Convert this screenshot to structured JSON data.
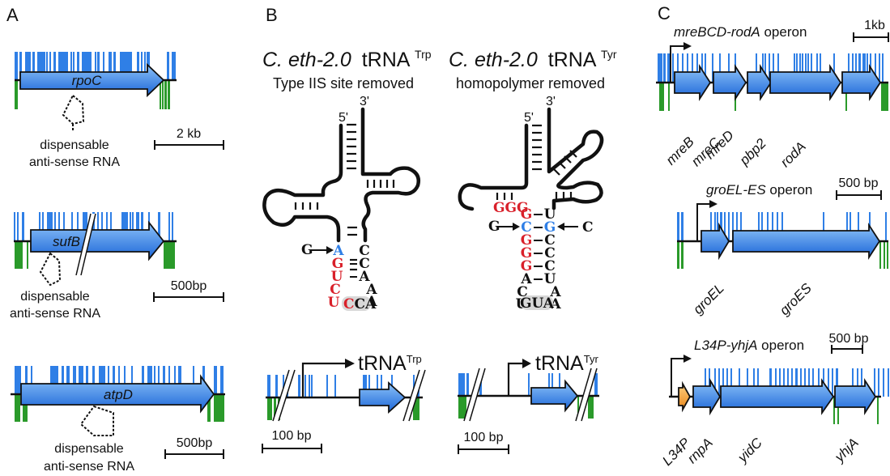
{
  "colors": {
    "gene_fill_top": "#7fb8f5",
    "gene_fill_bottom": "#1f6ee0",
    "orange_gene_top": "#ffc46b",
    "orange_gene_bottom": "#ee8a1a",
    "sense_tick": "#2f7fe6",
    "antisense_tick": "#2a9a2a",
    "mutated_red": "#d9202a",
    "mutated_blue": "#2f7fe6",
    "anticodon_bg": "#d8d8d8"
  },
  "panels": {
    "A": {
      "letter": "A",
      "rows": [
        {
          "gene": "rpoC",
          "annotation_line1": "dispensable",
          "annotation_line2": "anti-sense RNA",
          "scale": "2 kb",
          "has_break": false
        },
        {
          "gene": "sufB",
          "annotation_line1": "dispensable",
          "annotation_line2": "anti-sense RNA",
          "scale": "500bp",
          "has_break": true
        },
        {
          "gene": "atpD",
          "annotation_line1": "dispensable",
          "annotation_line2": "anti-sense RNA",
          "scale": "500bp",
          "has_break": false
        }
      ]
    },
    "B": {
      "letter": "B",
      "trna_left": {
        "title_species": "C. eth-2.0",
        "title_trna": "tRNA",
        "title_sup": "Trp",
        "subtitle": "Type IIS site removed",
        "five_prime": "5'",
        "three_prime": "3'",
        "mutation_from": "G",
        "acceptor_left": [
          "A",
          "G",
          "U",
          "C",
          "U",
          "C"
        ],
        "acceptor_right": [
          "C",
          "C",
          "A",
          "A",
          "A"
        ],
        "anticodon": "CCA",
        "anticodon_first": "C",
        "anticodon_rest": "CA",
        "locus_label": "tRNA",
        "locus_sup": "Trp",
        "scale": "100 bp"
      },
      "trna_right": {
        "title_species": "C. eth-2.0",
        "title_trna": "tRNA",
        "title_sup": "Tyr",
        "subtitle": "homopolymer removed",
        "five_prime": "5'",
        "three_prime": "3'",
        "ggg": "GGG",
        "mutation_left_from": "G",
        "mutation_right_from": "C",
        "stem_left": [
          "G",
          "C",
          "G",
          "G",
          "G",
          "A"
        ],
        "stem_right": [
          "U",
          "G",
          "C",
          "C",
          "C",
          "U"
        ],
        "loop_left": [
          "C",
          "U"
        ],
        "loop_right": [
          "A",
          "A"
        ],
        "anticodon": "GUA",
        "locus_label": "tRNA",
        "locus_sup": "Tyr",
        "scale": "100 bp"
      }
    },
    "C": {
      "letter": "C",
      "operons": [
        {
          "name_italic": "mreBCD-rodA",
          "name_suffix": " operon",
          "scale": "1kb",
          "genes": [
            "mreB",
            "mreC",
            "mreD",
            "pbp2",
            "rodA"
          ]
        },
        {
          "name_italic": "groEL-ES",
          "name_suffix": " operon",
          "scale": "500 bp",
          "genes": [
            "groEL",
            "groES"
          ]
        },
        {
          "name_italic": "L34P-yhjA",
          "name_suffix": " operon",
          "scale": "500 bp",
          "genes": [
            "L34P",
            "rnpA",
            "yidC",
            "yhjA"
          ]
        }
      ]
    }
  }
}
